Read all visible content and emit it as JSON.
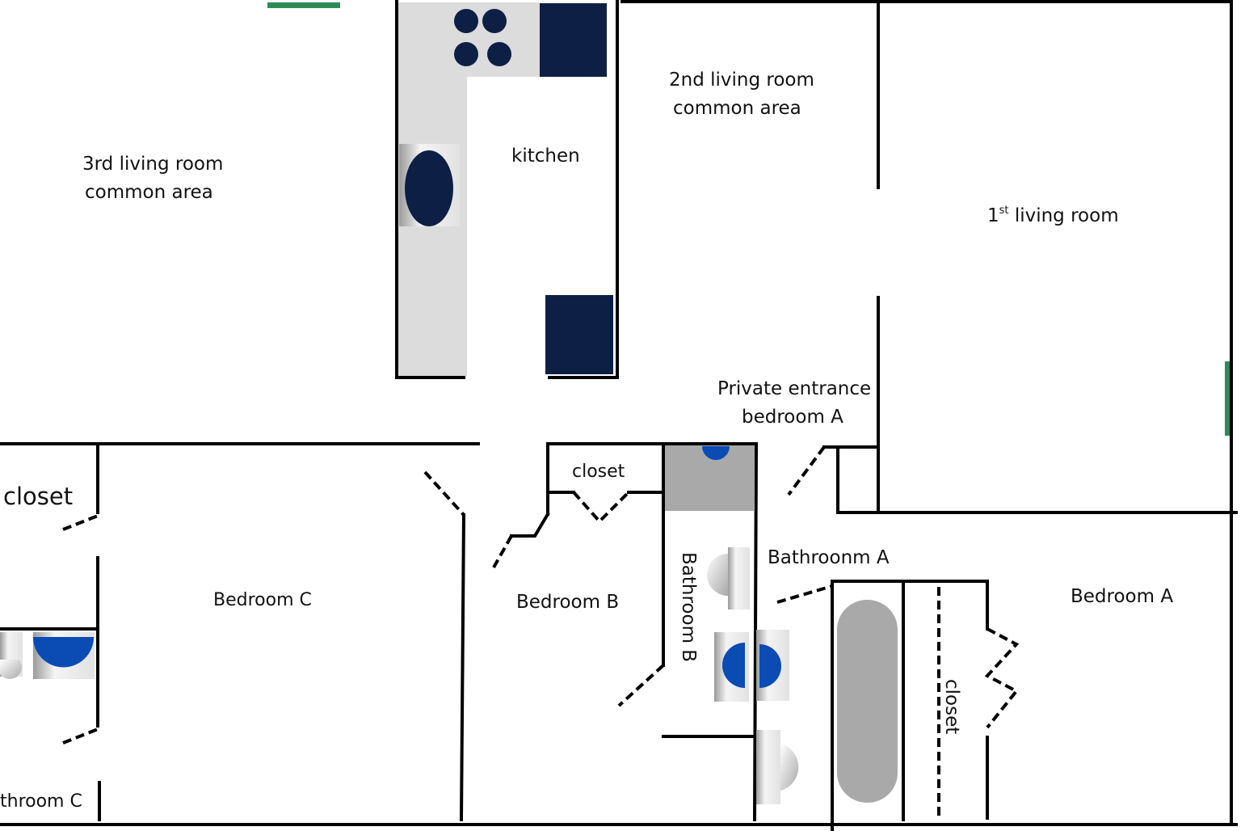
{
  "labels": {
    "living3_line1": "3rd  living room",
    "living3_line2": "common area",
    "kitchen": "kitchen",
    "living2_line1": "2nd  living room",
    "living2_line2": "common area",
    "living1_pre": "1",
    "living1_sup": "st",
    "living1_post": " living room",
    "entrance_line1": "Private entrance",
    "entrance_line2": "bedroom A",
    "closet_c": "closet",
    "bedroom_c": "Bedroom C",
    "bathroom_c": "throom C",
    "closet_b": "closet",
    "bedroom_b": "Bedroom B",
    "bathroom_b": "Bathroom B",
    "bathroom_a": "Bathroonm A",
    "bedroom_a": "Bedroom A",
    "closet_a": "closet"
  },
  "colors": {
    "wall": "#000000",
    "counter": "#dcdcdc",
    "appliance": "#0d1f45",
    "fixture_blue": "#0a4bb4",
    "tub": "#a9a9a9",
    "window": "#2e8b57"
  }
}
